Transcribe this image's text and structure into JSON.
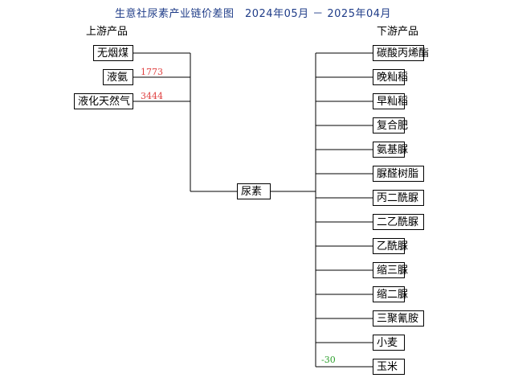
{
  "title": "生意社尿素产业链价差图　2024年05月 － 2025年04月",
  "upstream_label": "上游产品",
  "downstream_label": "下游产品",
  "center": "尿素",
  "upstream": [
    {
      "name": "无烟煤",
      "value": ""
    },
    {
      "name": "液氨",
      "value": "1773"
    },
    {
      "name": "液化天然气",
      "value": "3444"
    }
  ],
  "downstream": [
    {
      "name": "碳酸丙烯酯",
      "value": ""
    },
    {
      "name": "晚籼稻",
      "value": ""
    },
    {
      "name": "早籼稻",
      "value": ""
    },
    {
      "name": "复合肥",
      "value": ""
    },
    {
      "name": "氨基脲",
      "value": ""
    },
    {
      "name": "脲醛树脂",
      "value": ""
    },
    {
      "name": "丙二酰脲",
      "value": ""
    },
    {
      "name": "二乙酰脲",
      "value": ""
    },
    {
      "name": "乙酰脲",
      "value": ""
    },
    {
      "name": "缩三脲",
      "value": ""
    },
    {
      "name": "缩二脲",
      "value": ""
    },
    {
      "name": "三聚氰胺",
      "value": ""
    },
    {
      "name": "小麦",
      "value": ""
    },
    {
      "name": "玉米",
      "value": "-30"
    }
  ],
  "colors": {
    "title": "#1f3c88",
    "positive": "#e04040",
    "negative": "#2ca02c",
    "line": "#000000"
  }
}
